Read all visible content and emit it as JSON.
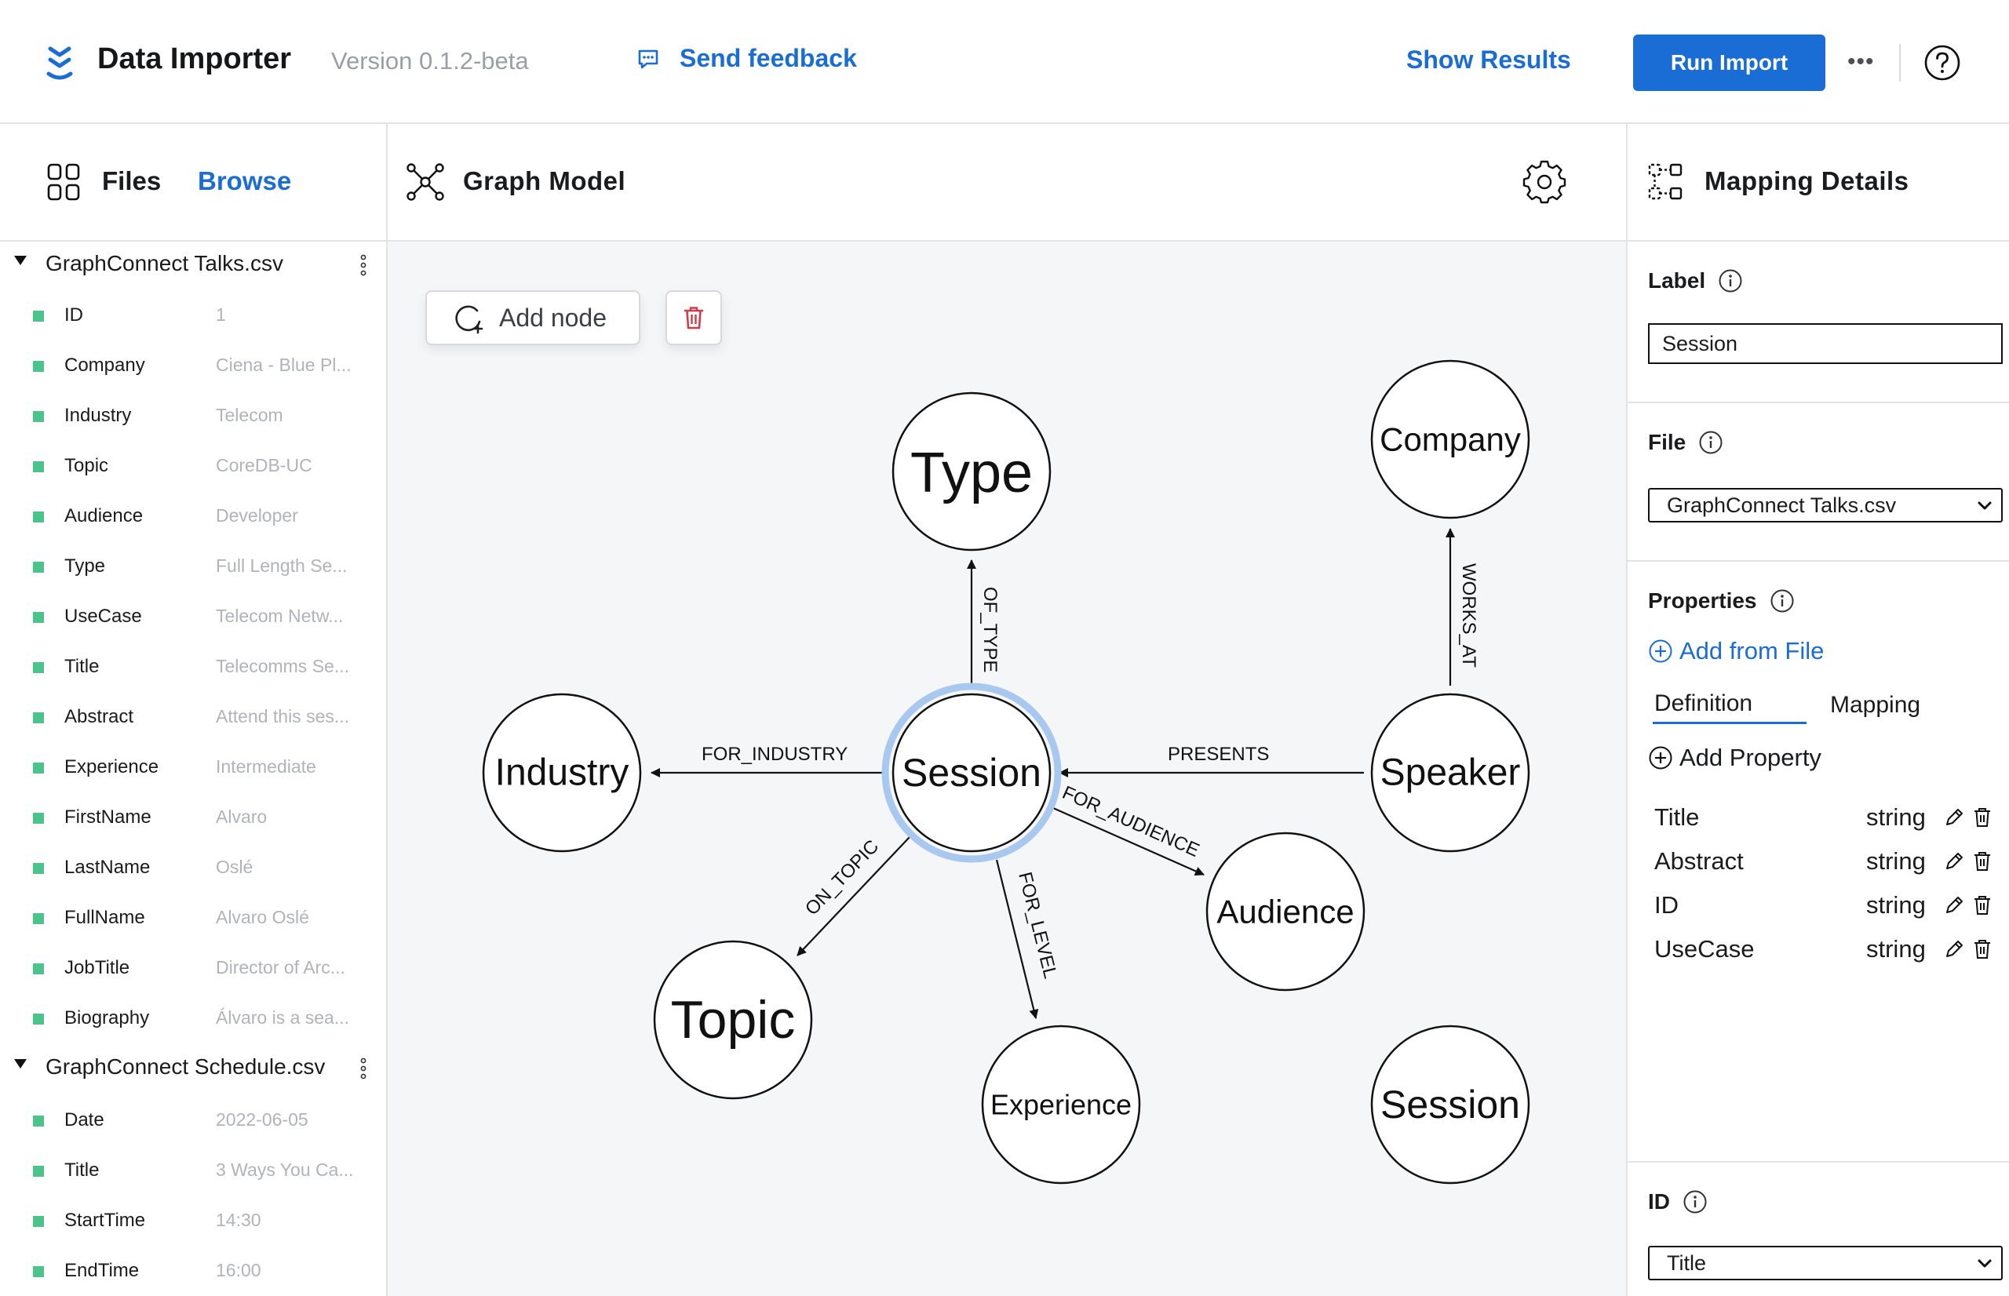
{
  "header": {
    "app_title": "Data Importer",
    "version": "Version 0.1.2-beta",
    "feedback_label": "Send feedback",
    "show_results_label": "Show Results",
    "run_import_label": "Run Import",
    "more_label": "•••",
    "accent_color": "#1a6dd4"
  },
  "files_panel": {
    "title": "Files",
    "browse_label": "Browse",
    "files": [
      {
        "name": "GraphConnect Talks.csv",
        "fields": [
          {
            "name": "ID",
            "sample": "1"
          },
          {
            "name": "Company",
            "sample": "Ciena - Blue Pl..."
          },
          {
            "name": "Industry",
            "sample": "Telecom"
          },
          {
            "name": "Topic",
            "sample": "CoreDB-UC"
          },
          {
            "name": "Audience",
            "sample": "Developer"
          },
          {
            "name": "Type",
            "sample": "Full Length Se..."
          },
          {
            "name": "UseCase",
            "sample": "Telecom Netw..."
          },
          {
            "name": "Title",
            "sample": "Telecomms Se..."
          },
          {
            "name": "Abstract",
            "sample": "Attend this ses..."
          },
          {
            "name": "Experience",
            "sample": "Intermediate"
          },
          {
            "name": "FirstName",
            "sample": "Alvaro"
          },
          {
            "name": "LastName",
            "sample": "Oslé"
          },
          {
            "name": "FullName",
            "sample": "Alvaro Oslé"
          },
          {
            "name": "JobTitle",
            "sample": "Director of Arc..."
          },
          {
            "name": "Biography",
            "sample": "Álvaro is a sea..."
          }
        ]
      },
      {
        "name": "GraphConnect Schedule.csv",
        "fields": [
          {
            "name": "Date",
            "sample": "2022-06-05"
          },
          {
            "name": "Title",
            "sample": "3 Ways You Ca..."
          },
          {
            "name": "StartTime",
            "sample": "14:30"
          },
          {
            "name": "EndTime",
            "sample": "16:00"
          }
        ]
      }
    ]
  },
  "graph_panel": {
    "title": "Graph Model",
    "add_node_label": "Add node",
    "nodes": [
      {
        "id": "type",
        "label": "Type",
        "size": "large"
      },
      {
        "id": "company",
        "label": "Company",
        "size": "medium"
      },
      {
        "id": "industry",
        "label": "Industry",
        "size": "medium"
      },
      {
        "id": "session",
        "label": "Session",
        "size": "medium",
        "selected": true
      },
      {
        "id": "speaker",
        "label": "Speaker",
        "size": "medium"
      },
      {
        "id": "audience",
        "label": "Audience",
        "size": "medium"
      },
      {
        "id": "topic",
        "label": "Topic",
        "size": "large"
      },
      {
        "id": "experience",
        "label": "Experience",
        "size": "small"
      },
      {
        "id": "session2",
        "label": "Session",
        "size": "medium"
      }
    ],
    "relationships": [
      {
        "id": "of_type",
        "label": "OF_TYPE",
        "from": "session",
        "to": "type"
      },
      {
        "id": "works_at",
        "label": "WORKS_AT",
        "from": "speaker",
        "to": "company"
      },
      {
        "id": "for_industry",
        "label": "FOR_INDUSTRY",
        "from": "session",
        "to": "industry"
      },
      {
        "id": "presents",
        "label": "PRESENTS",
        "from": "speaker",
        "to": "session"
      },
      {
        "id": "for_audience",
        "label": "FOR_AUDIENCE",
        "from": "session",
        "to": "audience"
      },
      {
        "id": "on_topic",
        "label": "ON_TOPIC",
        "from": "session",
        "to": "topic"
      },
      {
        "id": "for_level",
        "label": "FOR_LEVEL",
        "from": "session",
        "to": "experience"
      }
    ],
    "selection_color": "#a9c8ef",
    "canvas_color": "#f5f6f8"
  },
  "details_panel": {
    "title": "Mapping Details",
    "label_heading": "Label",
    "label_value": "Session",
    "file_heading": "File",
    "file_selected": "GraphConnect Talks.csv",
    "properties_heading": "Properties",
    "add_from_file_label": "Add from File",
    "tabs": [
      "Definition",
      "Mapping"
    ],
    "active_tab": "Definition",
    "add_property_label": "Add Property",
    "properties": [
      {
        "name": "Title",
        "type": "string"
      },
      {
        "name": "Abstract",
        "type": "string"
      },
      {
        "name": "ID",
        "type": "string"
      },
      {
        "name": "UseCase",
        "type": "string"
      }
    ],
    "id_heading": "ID",
    "id_selected": "Title"
  }
}
